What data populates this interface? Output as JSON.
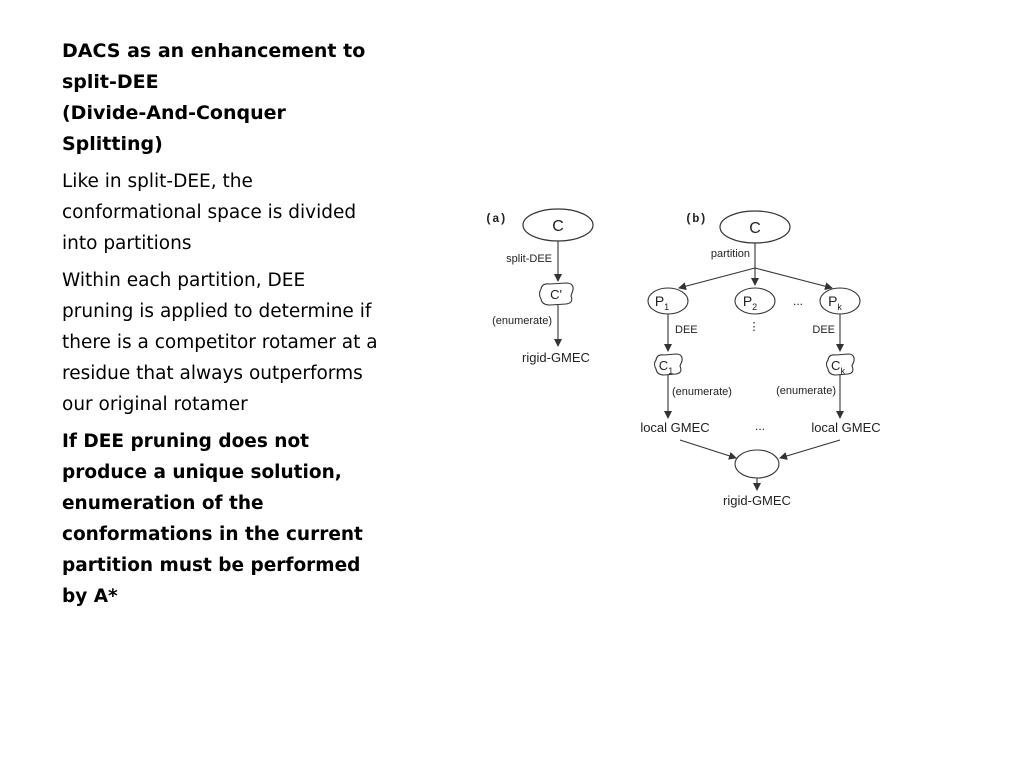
{
  "slide": {
    "title_lines": [
      "DACS as an enhancement to",
      "split-DEE",
      "(Divide-And-Conquer",
      "Splitting)"
    ],
    "paragraphs": [
      {
        "text": "Like in split-DEE, the conformational space is divided into partitions",
        "bold": false
      },
      {
        "text": "Within each partition, DEE pruning is applied to determine if there is a competitor rotamer at a residue that always outperforms our original rotamer",
        "bold": false
      },
      {
        "text": "If DEE pruning does not produce a unique solution, enumeration of the conformations in the current partition must be performed by A*",
        "bold": true
      }
    ]
  },
  "diagram": {
    "panel_a": {
      "label": "(a)",
      "root": "C",
      "edge1": "split-DEE",
      "pruned": "C'",
      "edge2": "(enumerate)",
      "result": "rigid-GMEC"
    },
    "panel_b": {
      "label": "(b)",
      "root": "C",
      "edge_root": "partition",
      "p1_base": "P",
      "p1_sub": "1",
      "p2_base": "P",
      "p2_sub": "2",
      "pk_base": "P",
      "pk_sub": "k",
      "dots": "...",
      "vdots": "⋮",
      "edge_dee_1": "DEE",
      "edge_dee_k": "DEE",
      "c1_base": "C",
      "c1_sub": "1",
      "ck_base": "C",
      "ck_sub": "k",
      "edge_enum_1": "(enumerate)",
      "edge_enum_k": "(enumerate)",
      "local_1": "local GMEC",
      "local_dots": "...",
      "local_k": "local GMEC",
      "result": "rigid-GMEC"
    }
  }
}
